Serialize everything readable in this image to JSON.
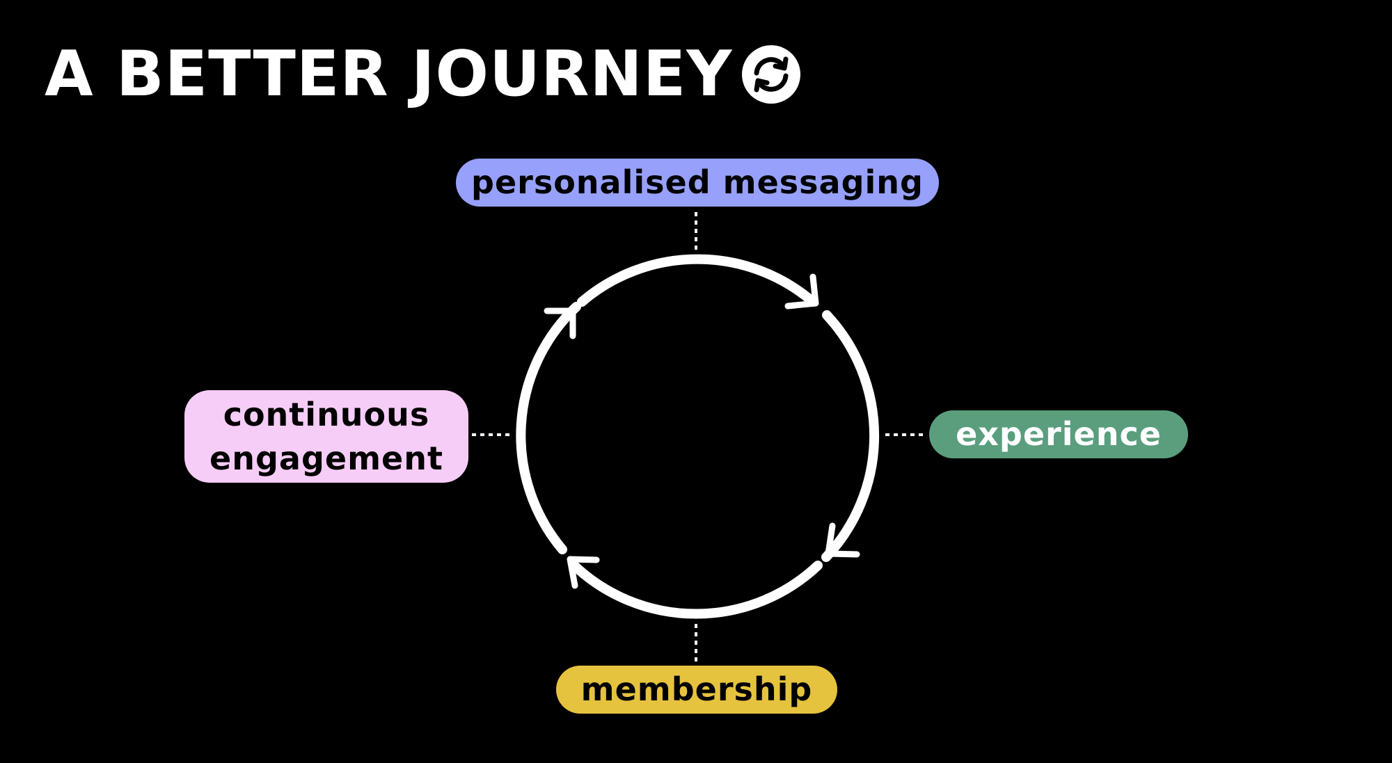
{
  "title": {
    "text": "A BETTER JOURNEY",
    "icon": "refresh-cycle-icon"
  },
  "diagram": {
    "type": "cycle",
    "arrow_color": "#ffffff",
    "connector_style": "dotted",
    "stages": {
      "top": {
        "label": "personalised messaging",
        "bg": "#97a1fb",
        "fg": "#000000"
      },
      "right": {
        "label": "experience",
        "bg": "#5a9e7e",
        "fg": "#ffffff"
      },
      "bottom": {
        "label": "membership",
        "bg": "#e6c33e",
        "fg": "#000000"
      },
      "left": {
        "label": "continuous engagement",
        "bg": "#f6cdf6",
        "fg": "#000000"
      }
    }
  },
  "colors": {
    "background": "#000000",
    "text_primary": "#ffffff"
  }
}
